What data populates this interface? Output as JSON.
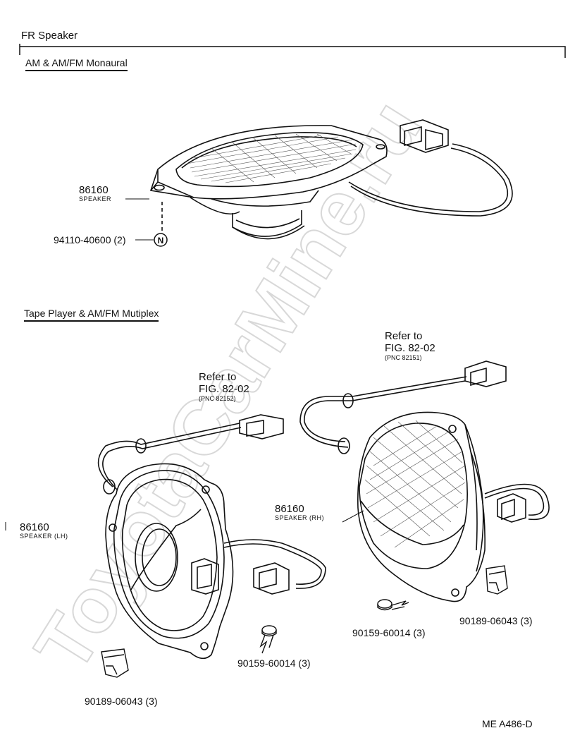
{
  "header": {
    "title": "FR Speaker"
  },
  "section_monaural": {
    "title": "AM & AM/FM Monaural",
    "speaker_pn": "86160",
    "speaker_name": "SPEAKER",
    "nut_pn": "94110-40600 (2)",
    "nut_symbol": "N"
  },
  "section_multiplex": {
    "title": "Tape Player & AM/FM Mutiplex",
    "refer_left": {
      "line1": "Refer to",
      "line2": "FIG. 82-02",
      "pnc": "(PNC 82152)"
    },
    "refer_right": {
      "line1": "Refer to",
      "line2": "FIG. 82-02",
      "pnc": "(PNC 82151)"
    },
    "speaker_lh_pn": "86160",
    "speaker_lh_name": "SPEAKER (LH)",
    "speaker_rh_pn": "86160",
    "speaker_rh_name": "SPEAKER (RH)",
    "screw_left": "90159-60014 (3)",
    "screw_right": "90159-60014 (3)",
    "clip_left": "90189-06043 (3)",
    "clip_right": "90189-06043 (3)"
  },
  "footer": {
    "code": "ME  A486-D"
  },
  "watermark": "ToyotaCarMine.ru"
}
